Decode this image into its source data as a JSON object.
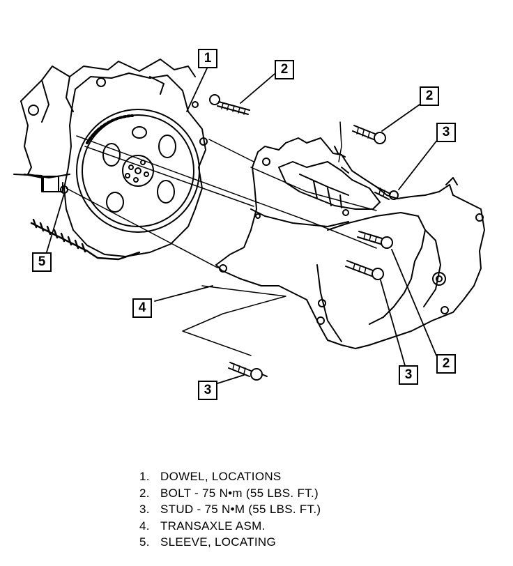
{
  "callouts": {
    "dowel": "1",
    "bolt_top": "2",
    "bolt_right_top": "2",
    "bolt_right_bottom": "2",
    "stud_top_right": "3",
    "stud_bottom_right": "3",
    "stud_bottom_left": "3",
    "transaxle": "4",
    "sleeve": "5"
  },
  "legend": [
    {
      "num": "1.",
      "text": "DOWEL, LOCATIONS"
    },
    {
      "num": "2.",
      "text": "BOLT - 75 N•m (55 LBS. FT.)"
    },
    {
      "num": "3.",
      "text": "STUD - 75 N•M (55 LBS. FT.)"
    },
    {
      "num": "4.",
      "text": "TRANSAXLE ASM."
    },
    {
      "num": "5.",
      "text": "SLEEVE, LOCATING"
    }
  ]
}
